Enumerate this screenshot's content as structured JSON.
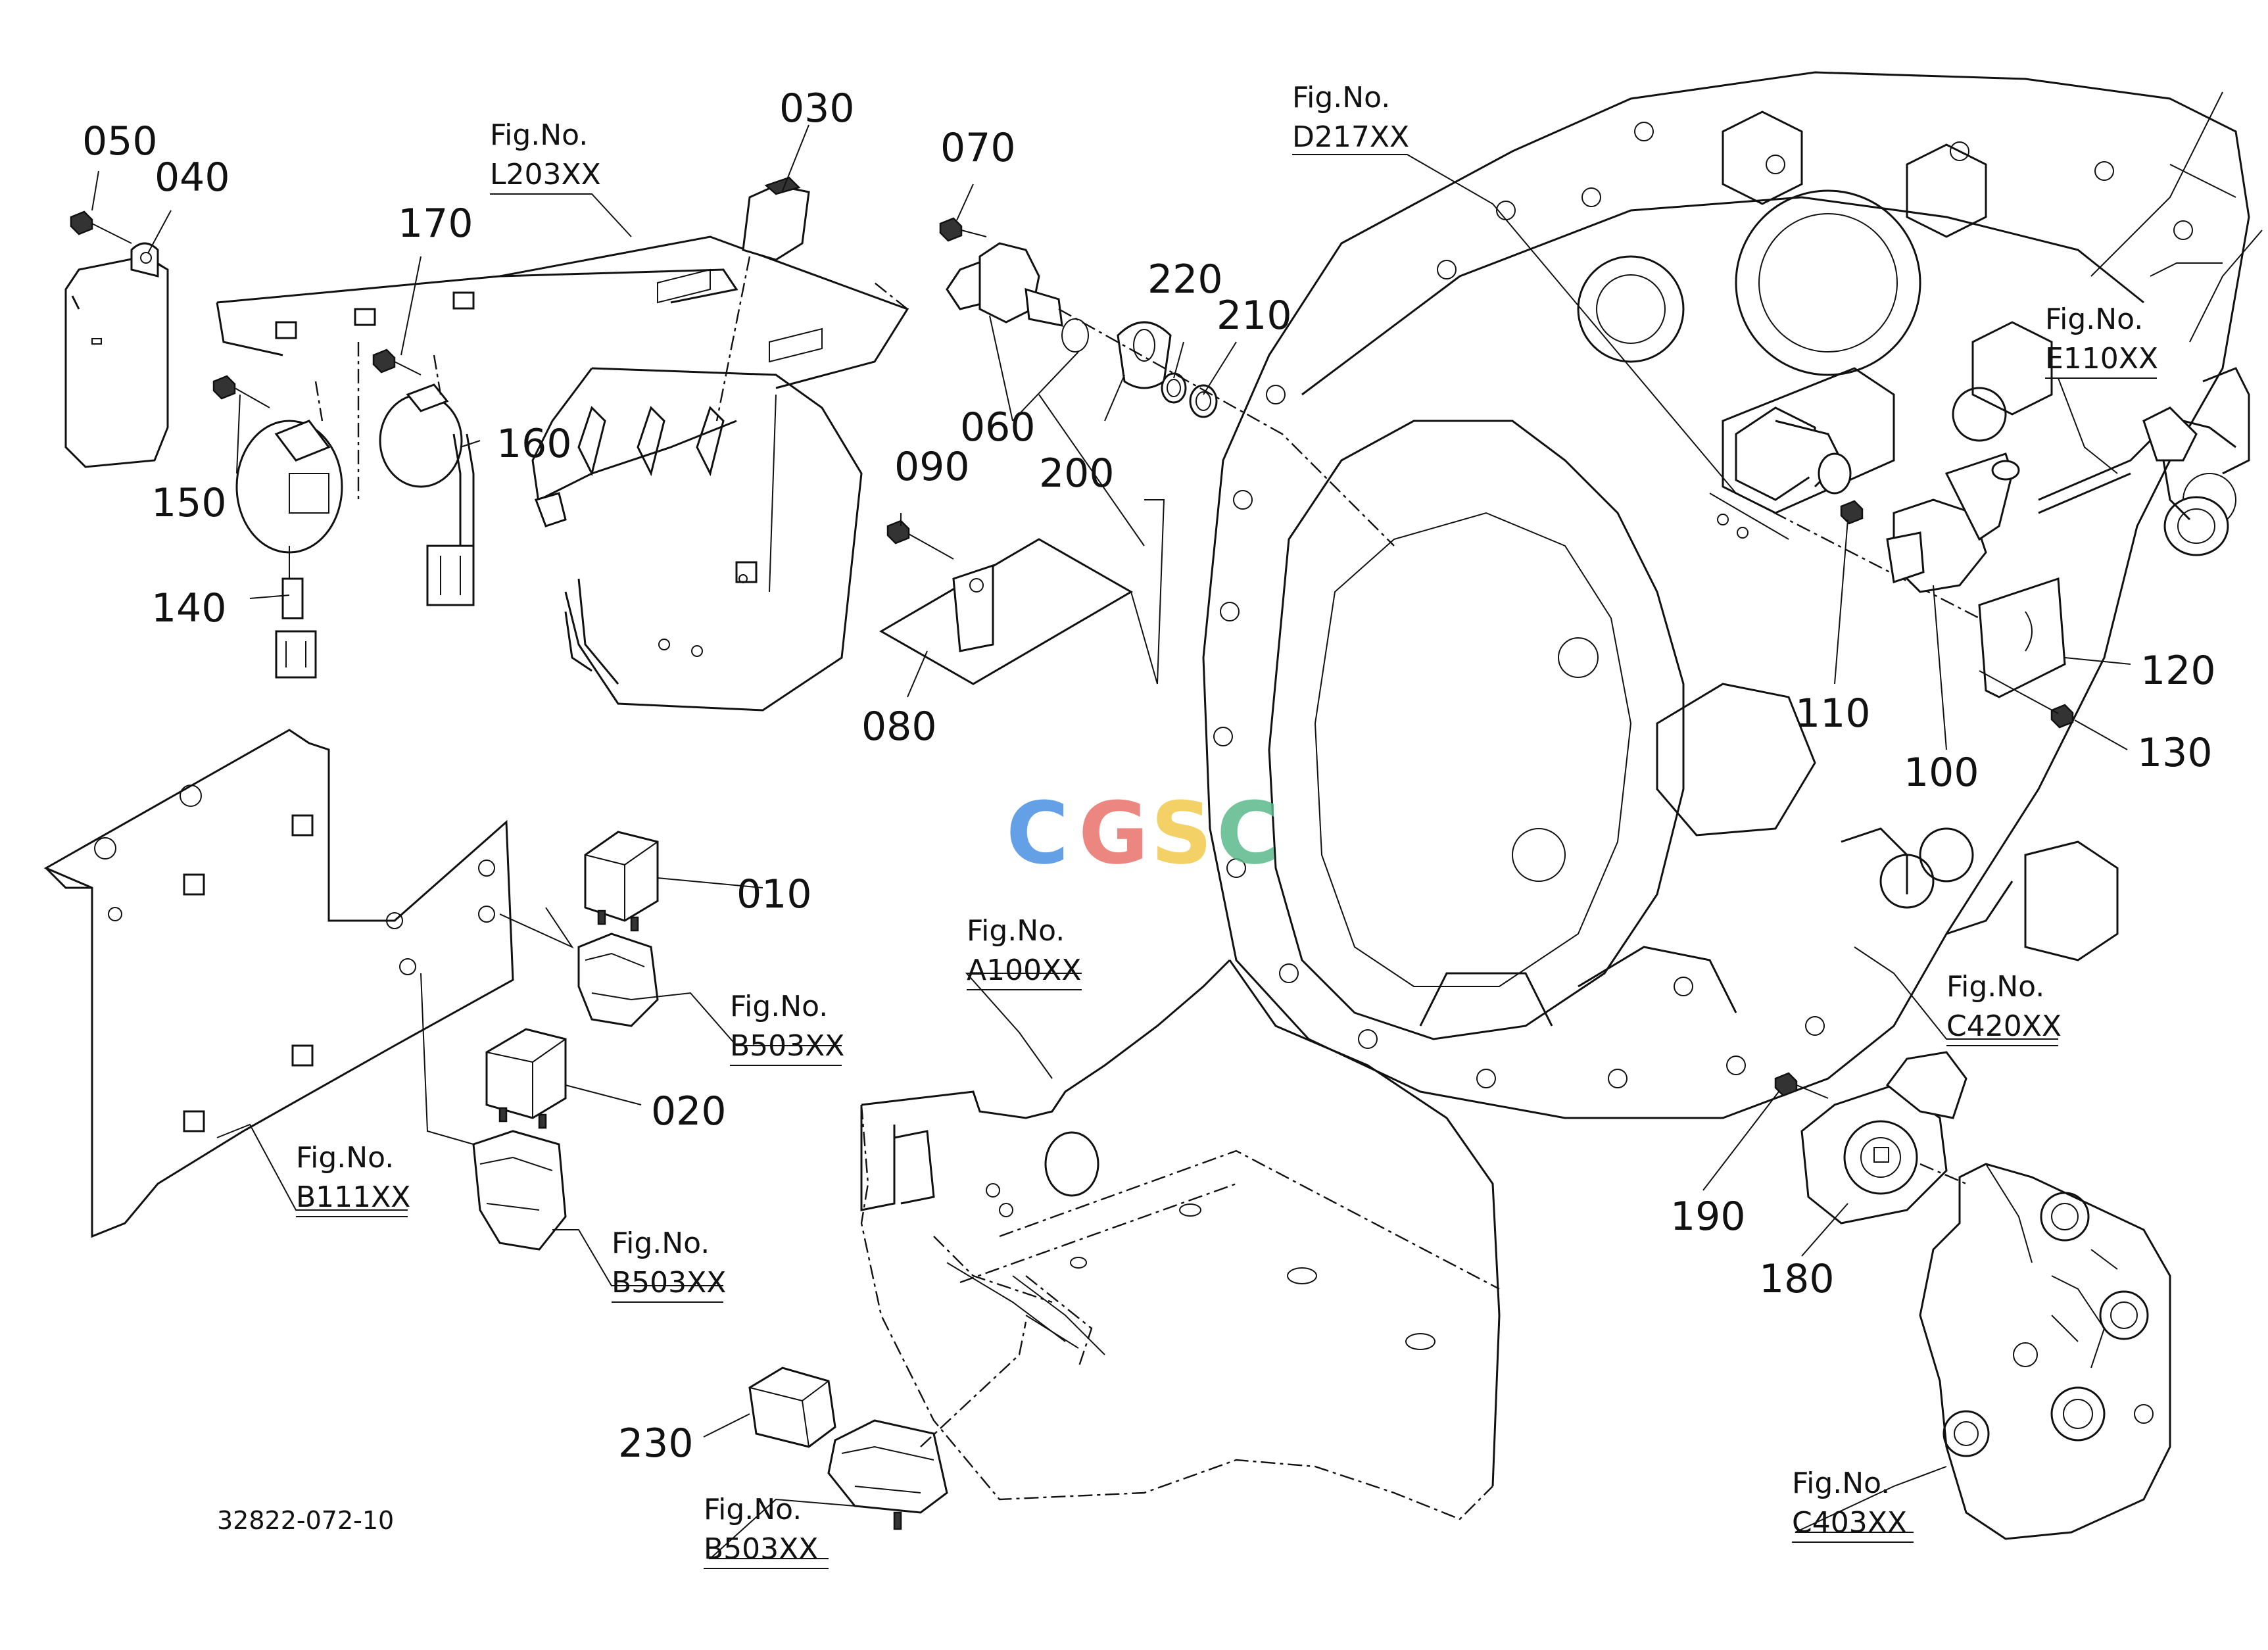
{
  "diagram_code": "32822-072-10",
  "watermark": {
    "text": "CGSC",
    "colors": [
      "#4a90e2",
      "#e8736b",
      "#f2c94c",
      "#5bb98c"
    ]
  },
  "part_labels": {
    "p010": "010",
    "p020": "020",
    "p030": "030",
    "p040": "040",
    "p050": "050",
    "p060": "060",
    "p070": "070",
    "p080": "080",
    "p090": "090",
    "p100": "100",
    "p110": "110",
    "p120": "120",
    "p130": "130",
    "p140": "140",
    "p150": "150",
    "p160": "160",
    "p170": "170",
    "p180": "180",
    "p190": "190",
    "p200": "200",
    "p210": "210",
    "p220": "220",
    "p230": "230"
  },
  "figure_refs": {
    "fig_prefix": "Fig.No.",
    "L203XX": "L203XX",
    "D217XX": "D217XX",
    "E110XX": "E110XX",
    "B503XX_top": "B503XX",
    "B503XX_mid": "B503XX",
    "B503XX_bottom": "B503XX",
    "B111XX": "B111XX",
    "A100XX": "A100XX",
    "C420XX": "C420XX",
    "C403XX": "C403XX"
  }
}
